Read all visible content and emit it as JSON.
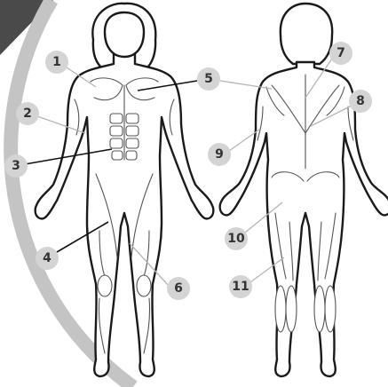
{
  "colors": {
    "ring": "#c4c4c4",
    "corner": "#4a4a4a",
    "badge_fill": "#d4d4d4",
    "badge_text": "#333333",
    "outline": "#1a1a1a"
  },
  "front_labels": [
    {
      "id": "1",
      "text": "1"
    },
    {
      "id": "2",
      "text": "2"
    },
    {
      "id": "3",
      "text": "3"
    },
    {
      "id": "4",
      "text": "4"
    },
    {
      "id": "5",
      "text": "5"
    },
    {
      "id": "6",
      "text": "6"
    }
  ],
  "back_labels": [
    {
      "id": "7",
      "text": "7"
    },
    {
      "id": "8",
      "text": "8"
    },
    {
      "id": "9",
      "text": "9"
    },
    {
      "id": "10",
      "text": "10"
    },
    {
      "id": "11",
      "text": "11"
    }
  ]
}
